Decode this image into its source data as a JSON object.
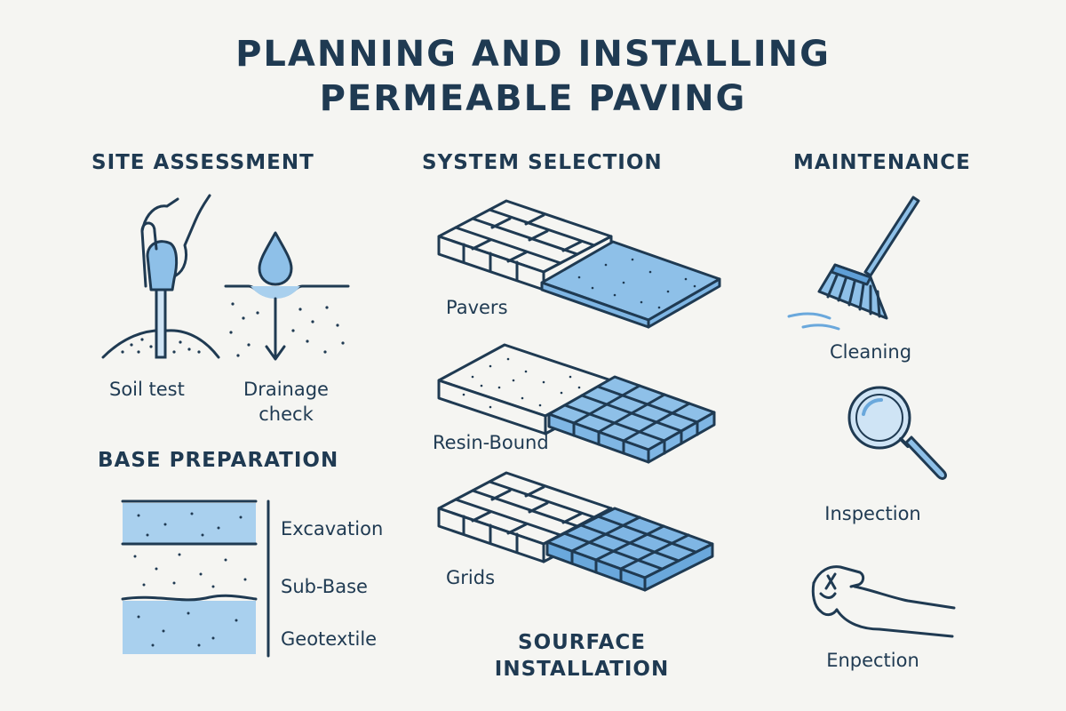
{
  "title": {
    "line1": "PLANNING AND INSTALLING",
    "line2": "PERMEABLE PAVING"
  },
  "site_assessment": {
    "heading": "SITE ASSESSMENT",
    "soil_test_label": "Soil test",
    "drainage_label_line1": "Drainage",
    "drainage_label_line2": "check"
  },
  "base_preparation": {
    "heading": "BASE PREPARATION",
    "layers": [
      "Excavation",
      "Sub-Base",
      "Geotextile"
    ]
  },
  "system_selection": {
    "heading": "SYSTEM SELECTION",
    "options": [
      "Pavers",
      "Resin-Bound",
      "Grids"
    ]
  },
  "surface_installation": {
    "line1": "SOURFACE",
    "line2": "INSTALLATION"
  },
  "maintenance": {
    "heading": "MAINTENANCE",
    "items": [
      "Cleaning",
      "Inspection",
      "Enpection"
    ]
  },
  "colors": {
    "navy": "#1f3a52",
    "light_blue": "#a9d0ee",
    "mid_blue": "#7fb6e4",
    "background": "#f5f5f2"
  }
}
